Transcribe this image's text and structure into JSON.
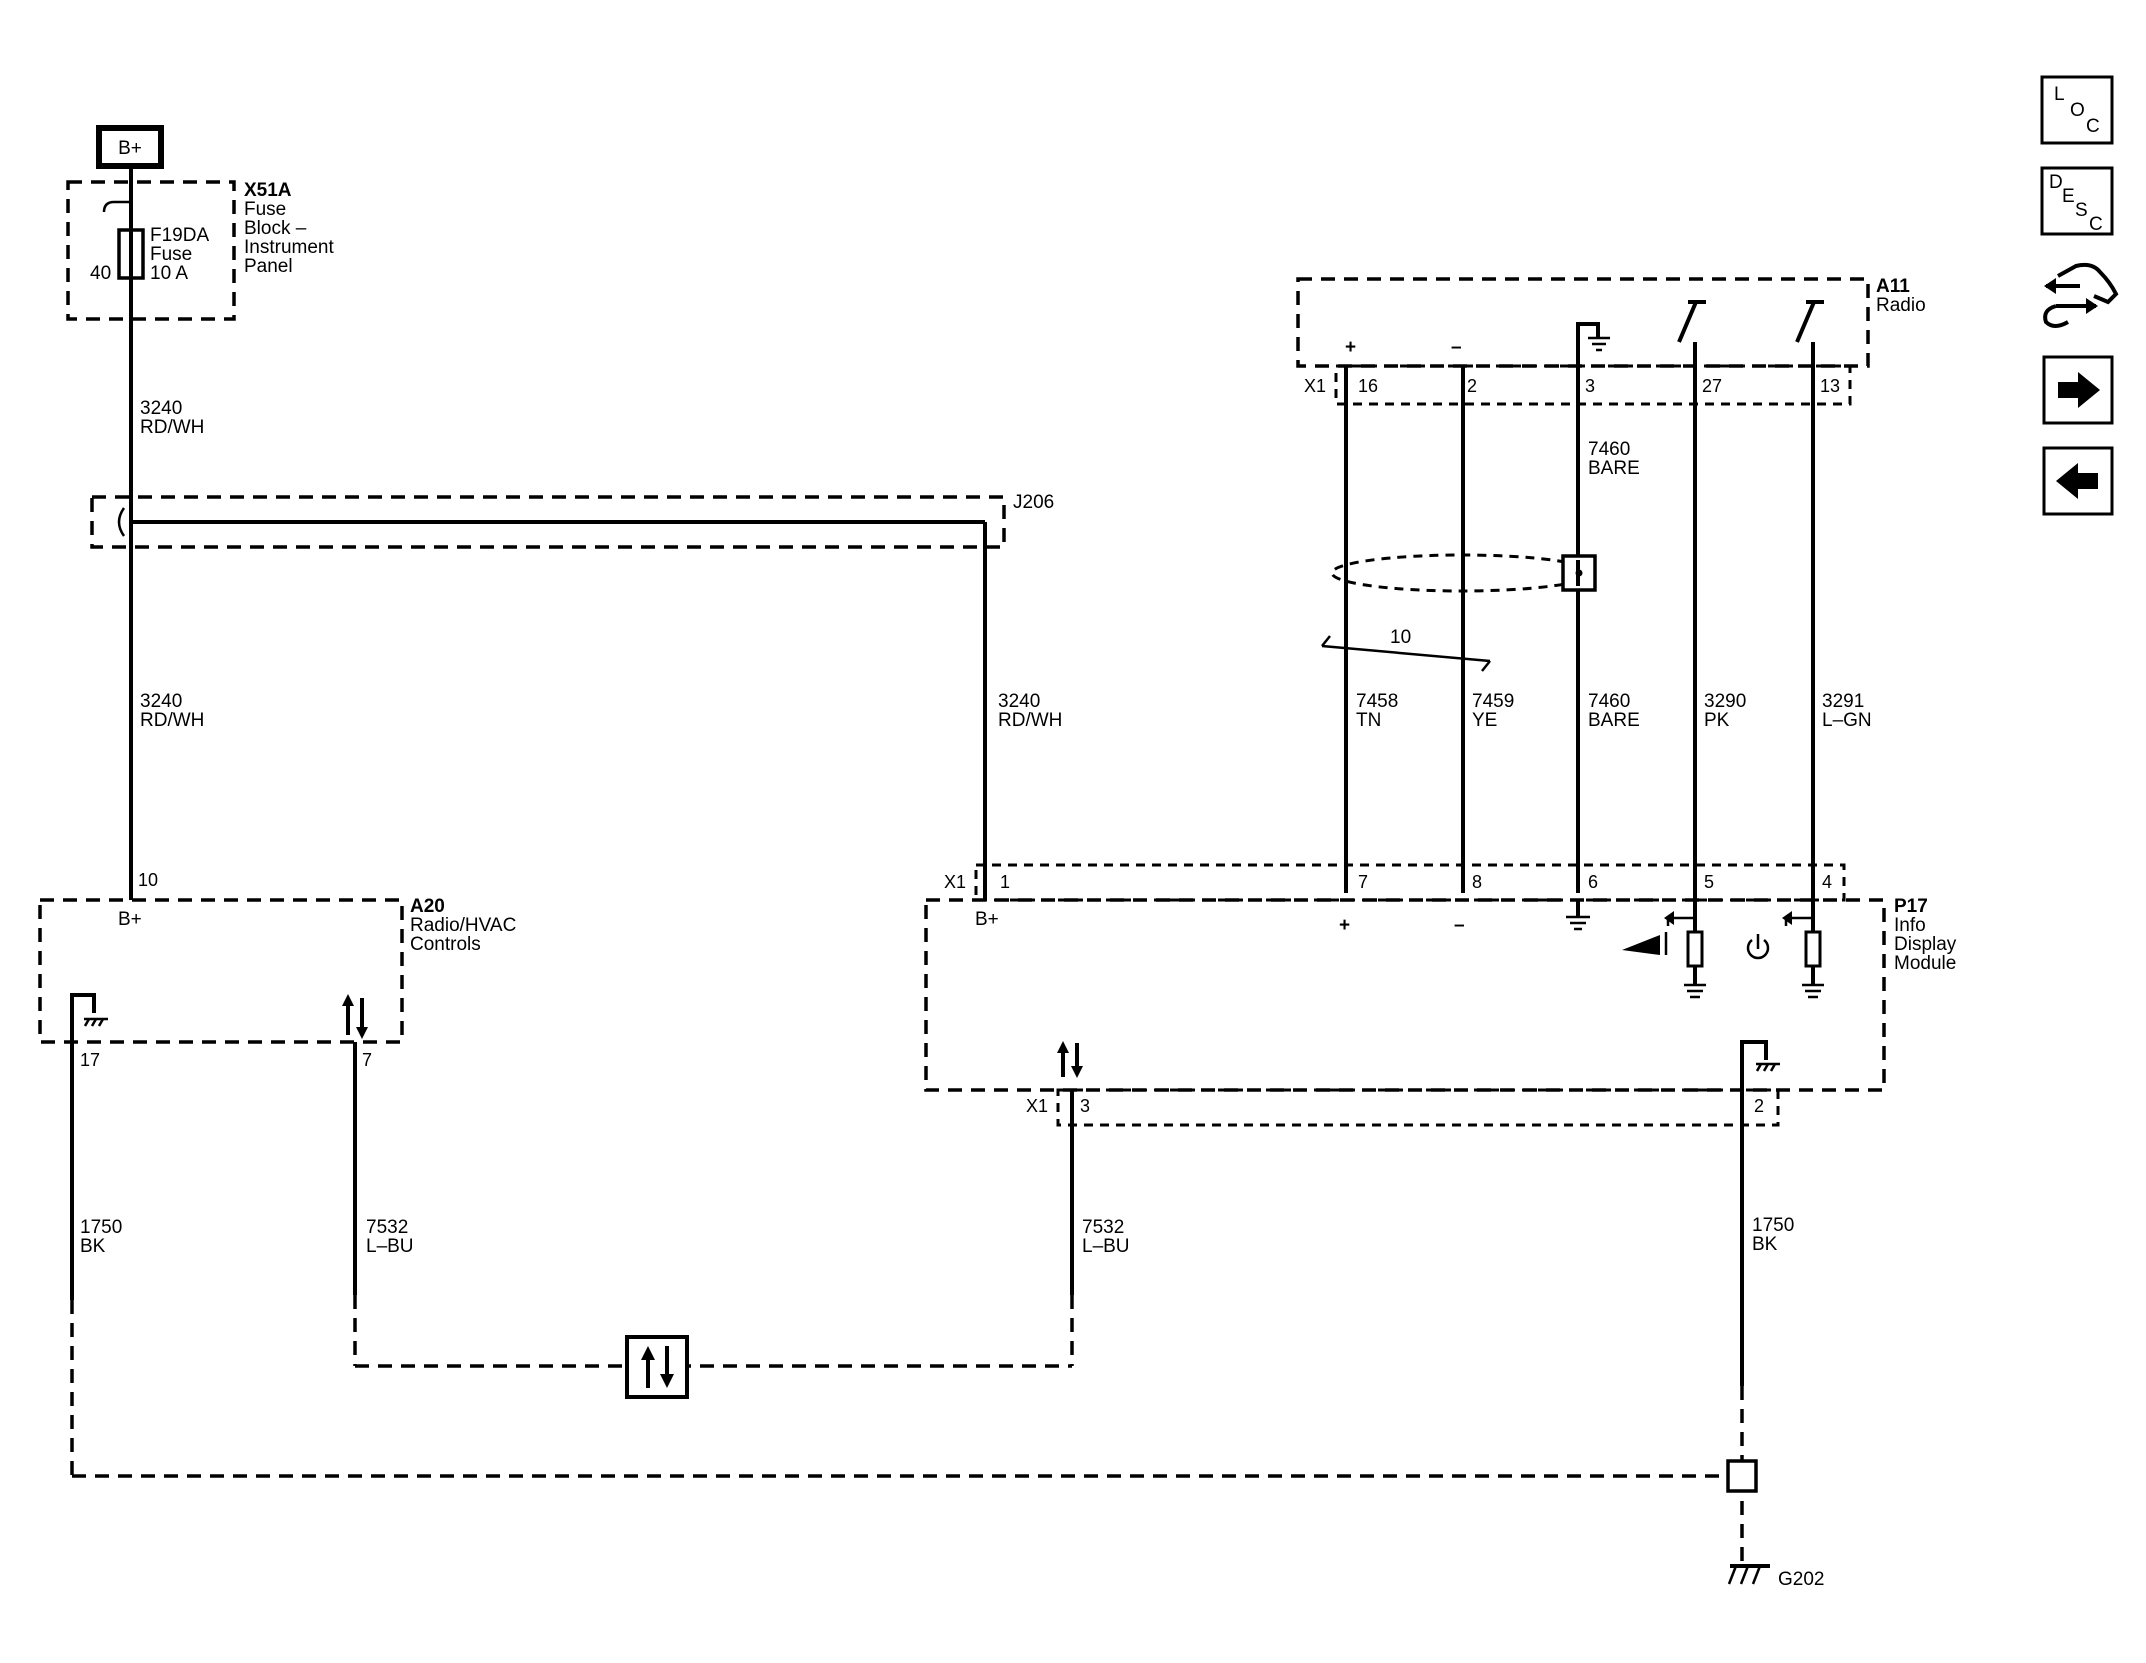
{
  "power": {
    "source": "B+"
  },
  "fuse_block": {
    "id": "X51A",
    "name_lines": [
      "Fuse",
      "Block –",
      "Instrument",
      "Panel"
    ],
    "fuse_id": "F19DA",
    "fuse_word": "Fuse",
    "fuse_rating": "10 A",
    "pin": "40"
  },
  "splice": {
    "id": "J206"
  },
  "radio_hvac": {
    "id": "A20",
    "name_lines": [
      "Radio/HVAC",
      "Controls"
    ],
    "pin_power": "10",
    "power_label": "B+",
    "pin_ground": "17",
    "pin_data": "7"
  },
  "radio": {
    "id": "A11",
    "name": "Radio",
    "connector": "X1",
    "pins": [
      "16",
      "2",
      "3",
      "27",
      "13"
    ],
    "terminal_symbols": [
      "+",
      "–"
    ]
  },
  "info_display": {
    "id": "P17",
    "name_lines": [
      "Info",
      "Display",
      "Module"
    ],
    "connector_top": "X1",
    "connector_bottom": "X1",
    "power_label": "B+",
    "top_pins": [
      "1",
      "7",
      "8",
      "6",
      "5",
      "4"
    ],
    "bottom_pins": [
      "3",
      "2"
    ],
    "terminal_symbols": [
      "+",
      "–"
    ]
  },
  "wires": [
    {
      "circuit": "3240",
      "color": "RD/WH"
    },
    {
      "circuit": "3240",
      "color": "RD/WH"
    },
    {
      "circuit": "3240",
      "color": "RD/WH"
    },
    {
      "circuit": "7458",
      "color": "TN"
    },
    {
      "circuit": "7459",
      "color": "YE"
    },
    {
      "circuit": "7460",
      "color": "BARE"
    },
    {
      "circuit": "7460",
      "color": "BARE"
    },
    {
      "circuit": "3290",
      "color": "PK"
    },
    {
      "circuit": "3291",
      "color": "L–GN"
    },
    {
      "circuit": "1750",
      "color": "BK"
    },
    {
      "circuit": "7532",
      "color": "L–BU"
    },
    {
      "circuit": "7532",
      "color": "L–BU"
    },
    {
      "circuit": "1750",
      "color": "BK"
    }
  ],
  "twist": {
    "count": "10"
  },
  "ground": {
    "id": "G202"
  },
  "nav": {
    "loc": [
      "L",
      "O",
      "C"
    ],
    "desc": [
      "D",
      "E",
      "S",
      "C"
    ],
    "icons": [
      "connector-end-view-icon",
      "next-arrow-icon",
      "previous-arrow-icon"
    ]
  }
}
